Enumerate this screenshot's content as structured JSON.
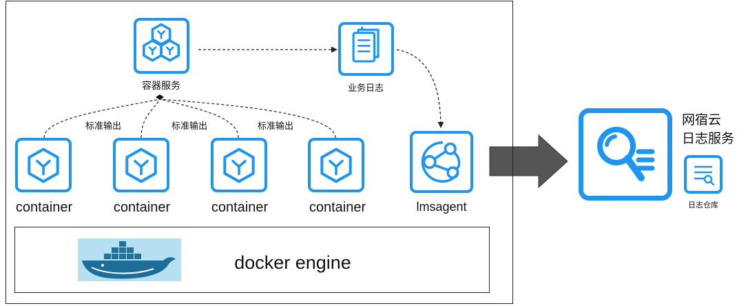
{
  "host": {
    "services": {
      "container_service": {
        "label": "容器服务",
        "icon": "cubes-icon"
      },
      "business_log": {
        "label": "业务日志",
        "icon": "documents-icon"
      },
      "lmsagent": {
        "label": "lmsagent",
        "icon": "share-network-icon"
      }
    },
    "containers": [
      {
        "label": "container",
        "icon": "box-icon"
      },
      {
        "label": "container",
        "icon": "box-icon"
      },
      {
        "label": "container",
        "icon": "box-icon"
      },
      {
        "label": "container",
        "icon": "box-icon"
      }
    ],
    "stdout_labels": [
      "标准输出",
      "标准输出",
      "标准输出"
    ],
    "engine": {
      "label": "docker engine",
      "icon": "docker-whale-icon"
    }
  },
  "cloud": {
    "title_line1": "网宿云",
    "title_line2": "日志服务",
    "icon": "search-list-icon",
    "repository": {
      "label": "日志仓库",
      "icon": "log-repository-icon"
    }
  },
  "colors": {
    "accent": "#1e96f0",
    "arrow": "#555555",
    "line": "#222222"
  }
}
